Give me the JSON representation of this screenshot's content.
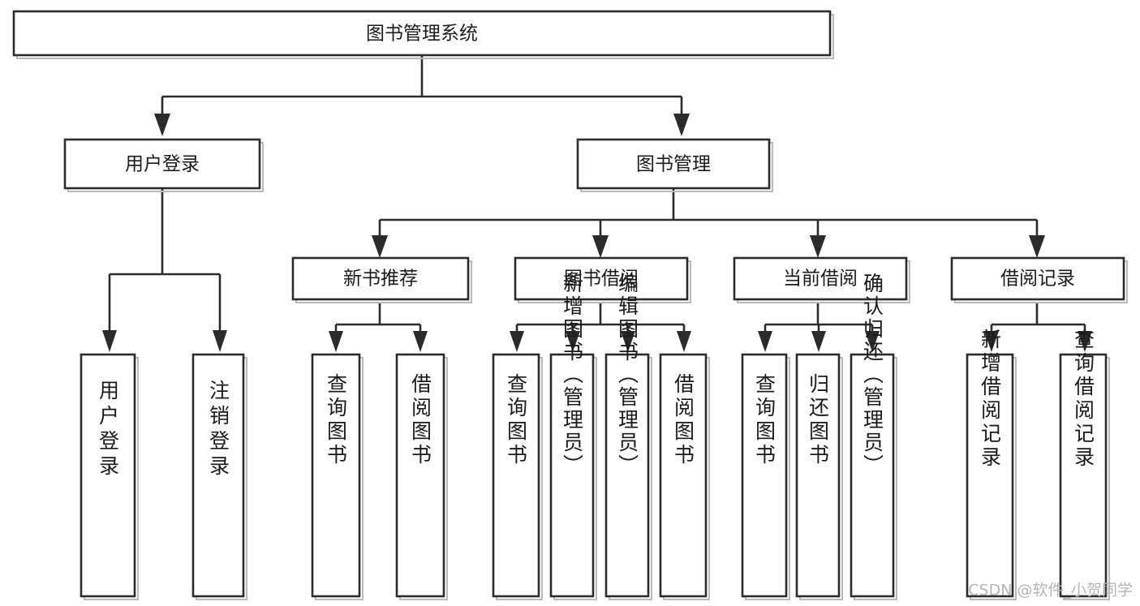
{
  "diagram": {
    "type": "hierarchy-tree",
    "title": "图书管理系统",
    "watermark": "CSDN @软件_小贺同学",
    "colors": {
      "background": "#ffffff",
      "box_fill": "#ffffff",
      "box_stroke": "#2b2b2b",
      "connector": "#2b2b2b",
      "text": "#1a1a1a",
      "watermark": "#b5b5b5"
    },
    "levels": {
      "root": "图书管理系统",
      "level2": [
        "用户登录",
        "图书管理"
      ],
      "level3": [
        "新书推荐",
        "图书借阅",
        "当前借阅",
        "借阅记录"
      ]
    },
    "nodes": {
      "root": {
        "label": "图书管理系统",
        "orientation": "horizontal"
      },
      "n_user_login": {
        "label": "用户登录",
        "orientation": "horizontal"
      },
      "n_book_mgmt": {
        "label": "图书管理",
        "orientation": "horizontal"
      },
      "n_new_book_rec": {
        "label": "新书推荐",
        "orientation": "horizontal"
      },
      "n_book_borrow": {
        "label": "图书借阅",
        "orientation": "horizontal"
      },
      "n_current_borrow": {
        "label": "当前借阅",
        "orientation": "horizontal"
      },
      "n_borrow_record": {
        "label": "借阅记录",
        "orientation": "horizontal"
      },
      "l_user_login": {
        "label": "用户登录",
        "orientation": "vertical"
      },
      "l_logout": {
        "label": "注销登录",
        "orientation": "vertical"
      },
      "l_query_book_1": {
        "label": "查询图书",
        "orientation": "vertical"
      },
      "l_borrow_book_1": {
        "label": "借阅图书",
        "orientation": "vertical"
      },
      "l_query_book_2": {
        "label": "查询图书",
        "orientation": "vertical"
      },
      "l_add_book": {
        "label": "新增图书（管理员）",
        "orientation": "vertical"
      },
      "l_edit_book": {
        "label": "编辑图书（管理员）",
        "orientation": "vertical"
      },
      "l_borrow_book_2": {
        "label": "借阅图书",
        "orientation": "vertical"
      },
      "l_query_book_3": {
        "label": "查询图书",
        "orientation": "vertical"
      },
      "l_return_book": {
        "label": "归还图书",
        "orientation": "vertical"
      },
      "l_confirm_return": {
        "label": "确认归还（管理员）",
        "orientation": "vertical"
      },
      "l_add_record": {
        "label": "新增借阅记录",
        "orientation": "vertical"
      },
      "l_query_record": {
        "label": "查询借阅记录",
        "orientation": "vertical"
      }
    },
    "edges": [
      {
        "from": "root",
        "to": "n_user_login"
      },
      {
        "from": "root",
        "to": "n_book_mgmt"
      },
      {
        "from": "n_user_login",
        "to": "l_user_login"
      },
      {
        "from": "n_user_login",
        "to": "l_logout"
      },
      {
        "from": "n_book_mgmt",
        "to": "n_new_book_rec"
      },
      {
        "from": "n_book_mgmt",
        "to": "n_book_borrow"
      },
      {
        "from": "n_book_mgmt",
        "to": "n_current_borrow"
      },
      {
        "from": "n_book_mgmt",
        "to": "n_borrow_record"
      },
      {
        "from": "n_new_book_rec",
        "to": "l_query_book_1"
      },
      {
        "from": "n_new_book_rec",
        "to": "l_borrow_book_1"
      },
      {
        "from": "n_book_borrow",
        "to": "l_query_book_2"
      },
      {
        "from": "n_book_borrow",
        "to": "l_add_book"
      },
      {
        "from": "n_book_borrow",
        "to": "l_edit_book"
      },
      {
        "from": "n_book_borrow",
        "to": "l_borrow_book_2"
      },
      {
        "from": "n_current_borrow",
        "to": "l_query_book_3"
      },
      {
        "from": "n_current_borrow",
        "to": "l_return_book"
      },
      {
        "from": "n_current_borrow",
        "to": "l_confirm_return"
      },
      {
        "from": "n_borrow_record",
        "to": "l_add_record"
      },
      {
        "from": "n_borrow_record",
        "to": "l_query_record"
      }
    ]
  }
}
